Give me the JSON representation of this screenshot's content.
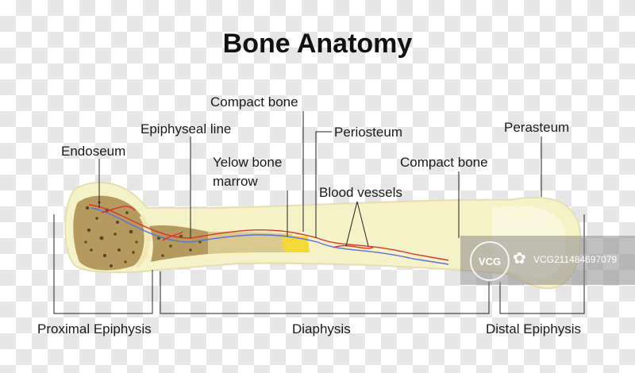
{
  "title": "Bone Anatomy",
  "labels": {
    "compact_bone_top": "Compact bone",
    "epiphyseal_line": "Epiphyseal line",
    "periosteum": "Periosteum",
    "perasteum": "Perasteum",
    "endoseum": "Endoseum",
    "yelow_bone_1": "Yelow bone",
    "yelow_bone_2": "marrow",
    "compact_bone_right": "Compact bone",
    "blood_vessels": "Blood vessels",
    "proximal_epiphysis": "Proximal Epiphysis",
    "diaphysis": "Diaphysis",
    "distal_epiphysis": "Distal Epiphysis"
  },
  "watermark": {
    "logo": "VCG",
    "id": "VCG211484697079"
  },
  "colors": {
    "bone": "#f6f2c8",
    "bone_edge": "#e6ddb0",
    "spongy": "#b59a5f",
    "spongy_pore": "#5a4626",
    "marrow": "#d9c98f",
    "yellow_marrow": "#f4d83a",
    "artery": "#d9342b",
    "vein": "#5b6fd6",
    "line": "#222222"
  }
}
